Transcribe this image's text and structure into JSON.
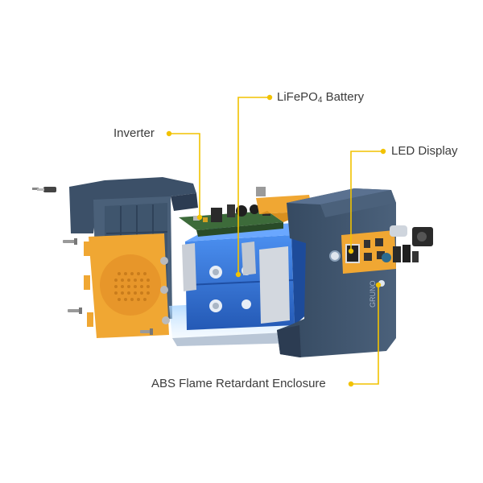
{
  "callouts": {
    "battery": {
      "label_main": "LiFePO",
      "label_sub": "4",
      "label_tail": " Battery"
    },
    "inverter": {
      "label": "Inverter"
    },
    "display": {
      "label": "LED Display"
    },
    "enclosure": {
      "label": "ABS Flame Retardant Enclosure"
    }
  },
  "product": {
    "brand_mark": "GRUNO"
  },
  "colors": {
    "accent": "#f2c200",
    "enclosure": "#3c5068",
    "enclosure_dark": "#2c3c52",
    "panel_orange": "#f0a733",
    "battery_blue": "#2f6fd0",
    "pcb_green": "#3d6b3a",
    "label_text": "#3b3b3b"
  }
}
